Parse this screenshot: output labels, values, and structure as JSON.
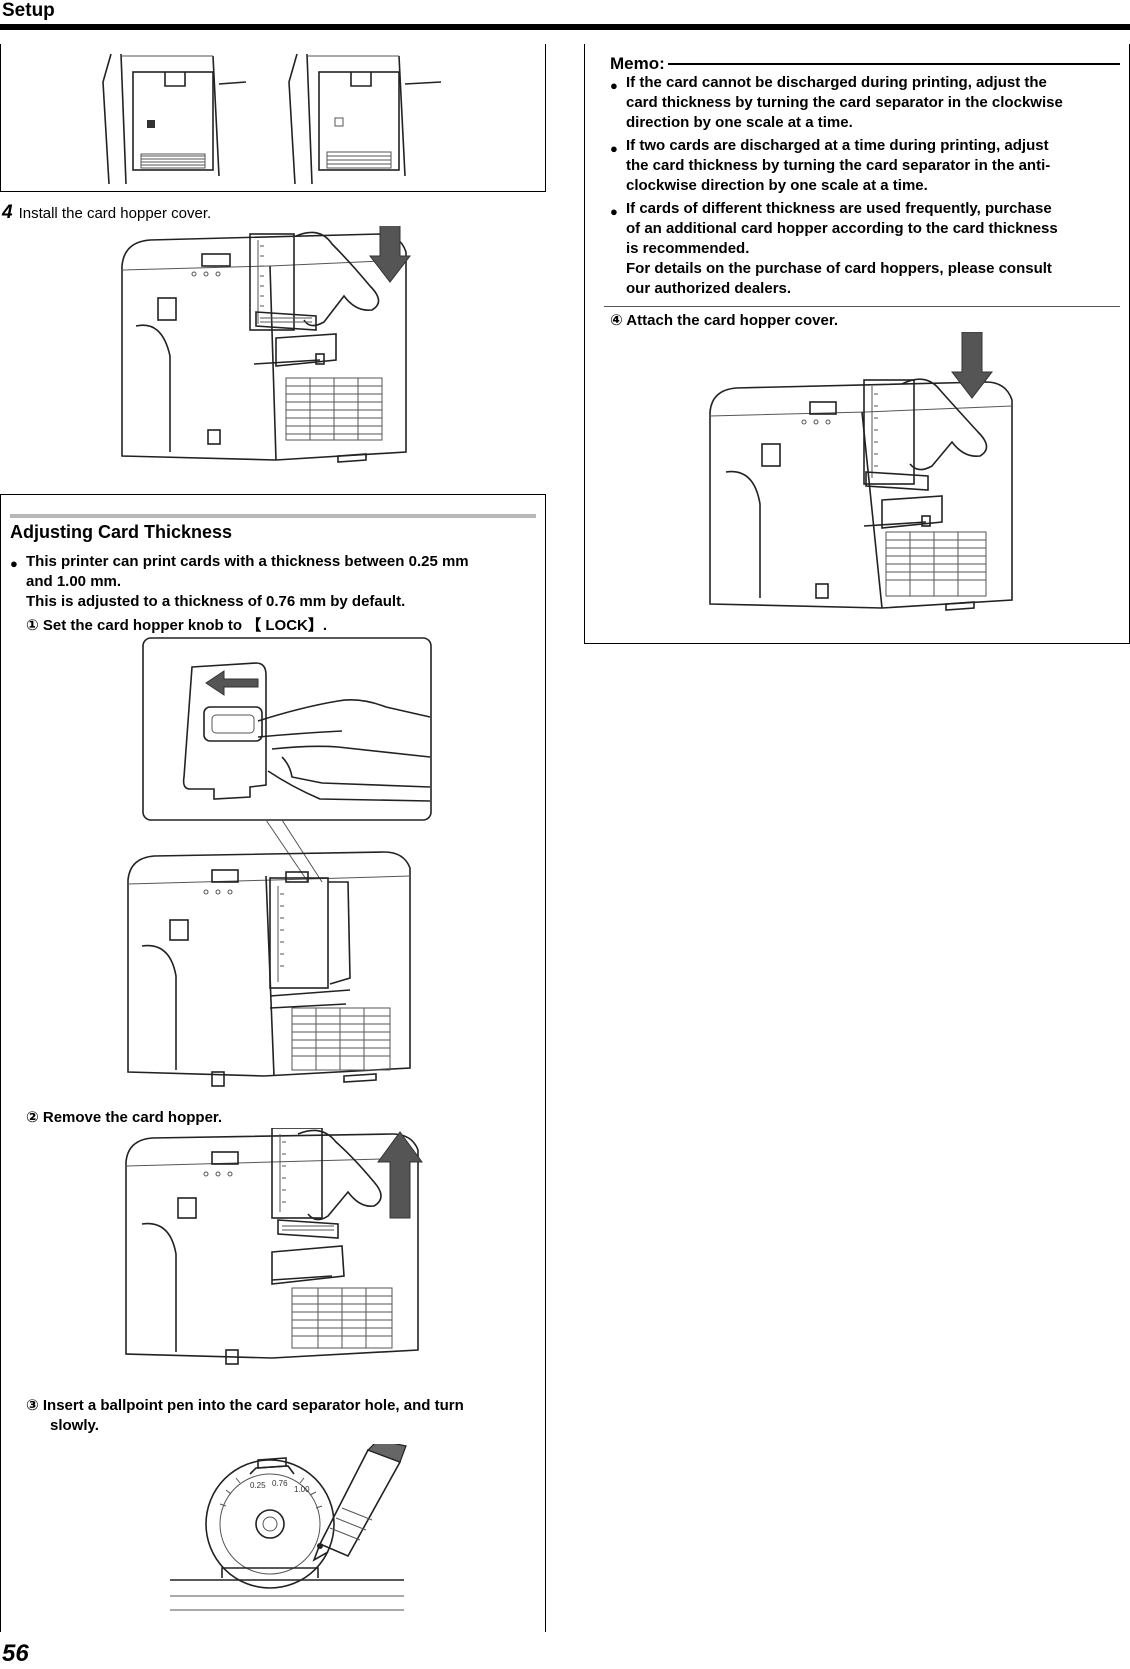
{
  "header": {
    "title": "Setup"
  },
  "page_number": "56",
  "left": {
    "step4": {
      "number": "4",
      "text": "Install the card hopper cover."
    },
    "adjusting": {
      "title": "Adjusting Card Thickness",
      "bullet_lines": [
        "This printer can print cards with a thickness between 0.25 mm",
        "and 1.00 mm.",
        "This is adjusted to a thickness of 0.76 mm by default."
      ],
      "sub1": "①  Set the card hopper knob to 【 LOCK】.",
      "sub2": "②  Remove the card hopper.",
      "sub3_lines": [
        "③  Insert a ballpoint pen into the card separator hole, and turn",
        "slowly."
      ]
    }
  },
  "right": {
    "memo": {
      "label": "Memo:",
      "items": [
        {
          "lines": [
            "If the card cannot be discharged during printing, adjust the",
            "card thickness by turning the card separator in the clockwise",
            "direction by one scale at a time."
          ]
        },
        {
          "lines": [
            "If two cards are discharged at a time during printing, adjust",
            "the card thickness by turning the card separator in the anti-",
            "clockwise direction by one scale at a time."
          ]
        },
        {
          "lines": [
            "If cards of different thickness are used frequently, purchase",
            "of an additional card hopper according to the card thickness",
            "is recommended.",
            "For details on the purchase of card hoppers, please consult",
            "our authorized dealers."
          ]
        }
      ]
    },
    "sub4": "④  Attach the card hopper cover."
  },
  "bullet_glyph": "●",
  "dial_labels": {
    "a": "0.25",
    "b": "0.76",
    "c": "1.00"
  },
  "colors": {
    "arrow": "#555555",
    "section_bar": "#b8b8b8"
  }
}
